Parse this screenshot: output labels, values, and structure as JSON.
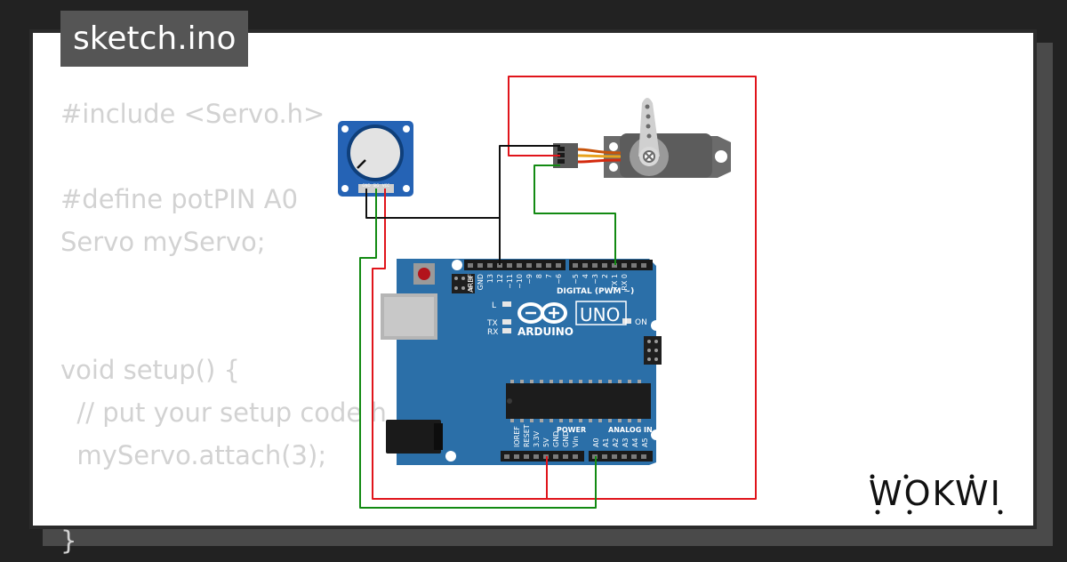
{
  "file_tab": {
    "title": "sketch.ino"
  },
  "code_lines": [
    "#include <Servo.h>",
    "",
    "#define potPIN A0",
    "Servo myServo;",
    "",
    "",
    "void setup() {",
    "  // put your setup code h",
    "  myServo.attach(3);",
    "",
    "}"
  ],
  "board": {
    "logo": "ARDUINO",
    "model": "UNO",
    "digital_header_label": "DIGITAL (PWM ~)",
    "power_label": "POWER",
    "analog_label": "ANALOG IN",
    "on_led_label": "ON",
    "l_led_label": "L",
    "tx_label": "TX",
    "rx_label": "RX",
    "digital_pins": [
      "AREF",
      "GND",
      "13",
      "12",
      "~11",
      "~10",
      "~9",
      "8",
      "7",
      "~6",
      "~5",
      "4",
      "~3",
      "2",
      "TX 1",
      "RX 0"
    ],
    "power_pins": [
      "IOREF",
      "RESET",
      "3.3V",
      "5V",
      "GND",
      "GND",
      "Vin"
    ],
    "analog_pins": [
      "A0",
      "A1",
      "A2",
      "A3",
      "A4",
      "A5"
    ]
  },
  "potentiometer": {
    "pin_labels": [
      "GND",
      "SIG",
      "VCC"
    ]
  },
  "brand": {
    "name": "WOKWI"
  },
  "colors": {
    "wire_red": "#e0141b",
    "wire_black": "#111111",
    "wire_green": "#128a12",
    "board_blue": "#2b6fa8",
    "pot_blue": "#2563b5",
    "servo_gray": "#6b6b6b"
  }
}
